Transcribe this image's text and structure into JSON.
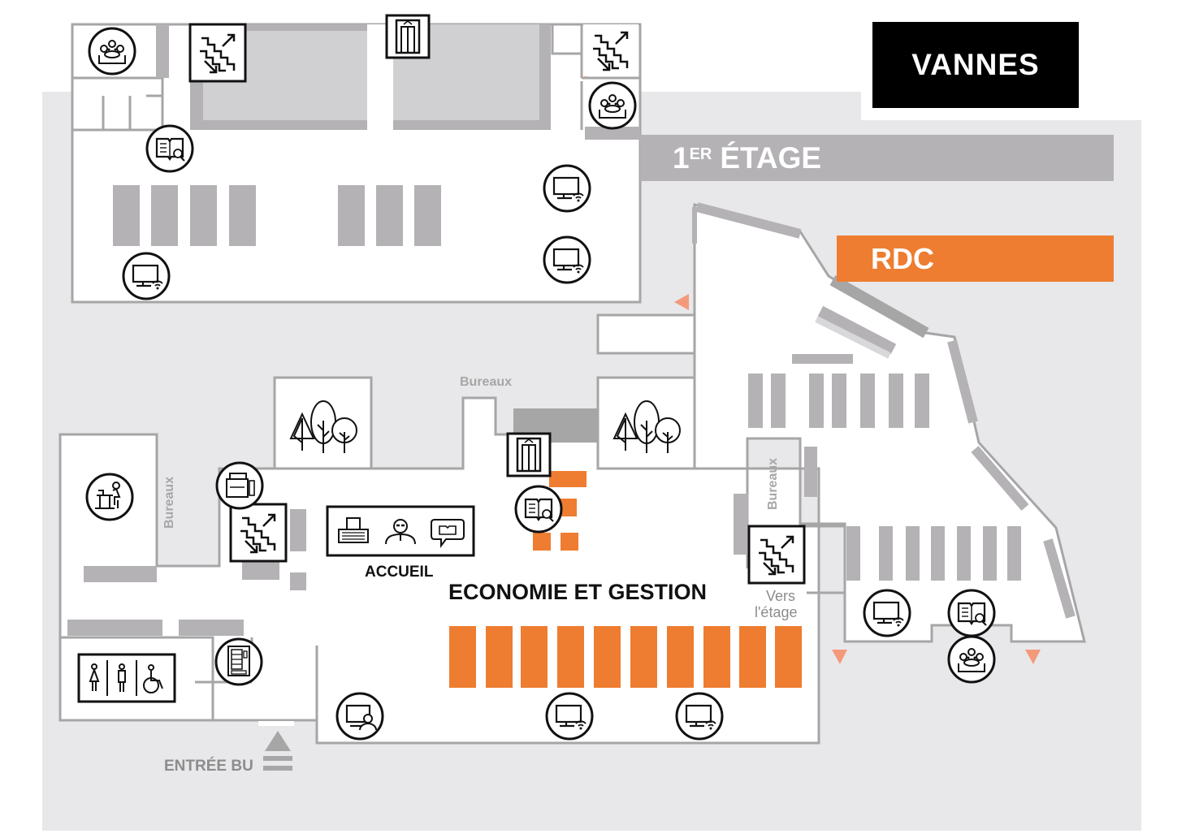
{
  "header": {
    "city": "VANNES",
    "floor_upper_number": "1",
    "floor_upper_suffix": "ER",
    "floor_upper_text": "ÉTAGE",
    "floor_ground": "RDC"
  },
  "rooms": {
    "offices_label": "Bureaux",
    "reception": "ACCUEIL",
    "section": "ECONOMIE ET GESTION",
    "stairs_note_line1": "Vers",
    "stairs_note_line2": "l'étage",
    "entrance": "ENTRÉE BU"
  },
  "colors": {
    "accent": "#ee7d31",
    "shelf": "#b4b2b5",
    "wall": "#a6a6a6",
    "floor": "#e8e8ea",
    "label_bg": "#000000"
  },
  "icons": [
    "group-work-room-icon",
    "stairs-icon",
    "elevator-icon",
    "catalog-icon",
    "computer-wifi-icon",
    "computer-user-icon",
    "study-desk-icon",
    "printer-copier-icon",
    "vending-machine-icon",
    "toilets-icon",
    "accessible-toilet-icon",
    "garden-trees-icon",
    "reception-icon",
    "librarian-icon",
    "help-speech-icon",
    "entrance-arrow-icon"
  ]
}
